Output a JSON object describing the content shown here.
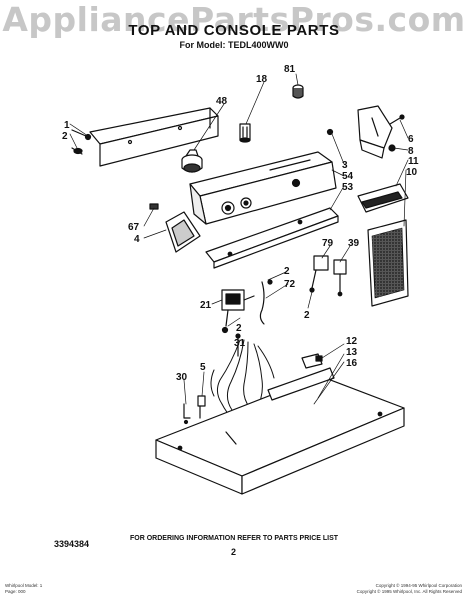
{
  "watermark": "AppliancePartsPros.com",
  "title": "TOP AND CONSOLE PARTS",
  "subtitle": "For Model: TEDL400WW0",
  "callouts": {
    "c1": "1",
    "c2a": "2",
    "c81": "81",
    "c18": "18",
    "c48": "48",
    "c6": "6",
    "c8": "8",
    "c3": "3",
    "c54": "54",
    "c53": "53",
    "c11": "11",
    "c10": "10",
    "c67": "67",
    "c4": "4",
    "c79": "79",
    "c39": "39",
    "c2b": "2",
    "c72": "72",
    "c21": "21",
    "c2c": "2",
    "c2d": "2",
    "c31": "31",
    "c12": "12",
    "c13": "13",
    "c16": "16",
    "c30": "30",
    "c5": "5"
  },
  "footer": {
    "order_note": "FOR ORDERING INFORMATION REFER TO PARTS PRICE LIST",
    "part_number": "3394384",
    "page": "2",
    "corner_left_1": "Whirlpool Model: 1",
    "corner_left_2": "Page: 000",
    "corner_right_1": "Copyright © 1994-95 Whirlpool Corporation",
    "corner_right_2": "Copyright © 1995 Whirlpool, Inc. All Rights Reserved"
  }
}
